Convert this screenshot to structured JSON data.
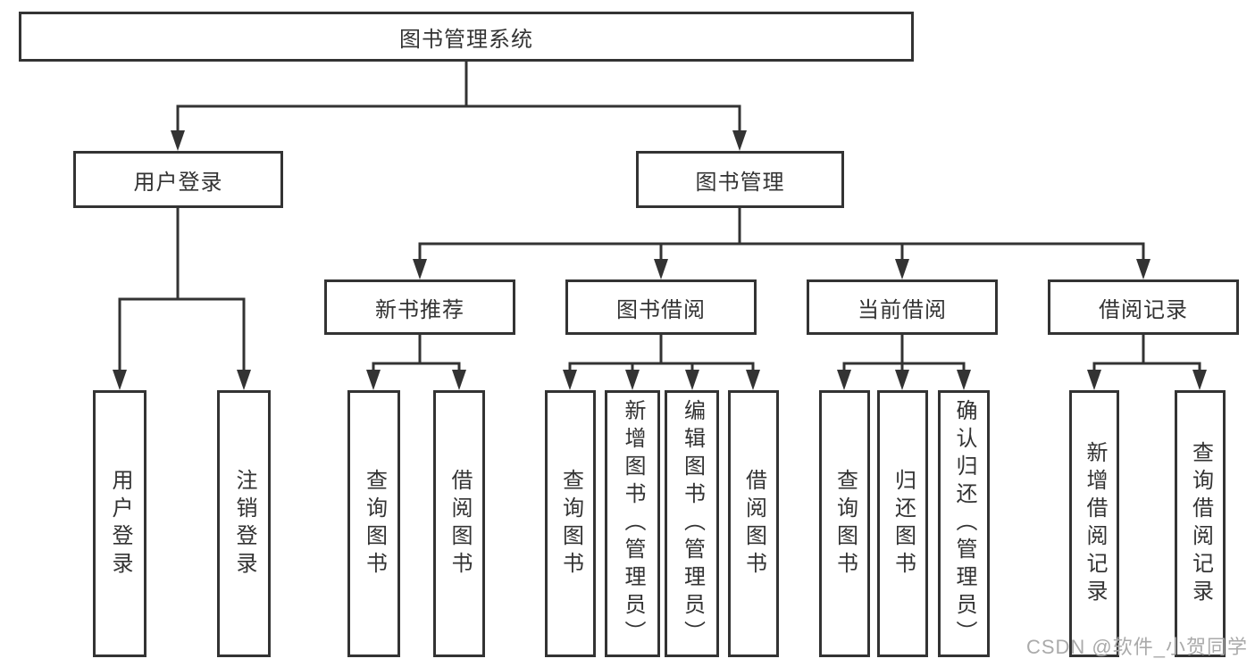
{
  "root": {
    "label": "图书管理系统"
  },
  "branches": [
    {
      "label": "用户登录",
      "leaves": [
        "用户登录",
        "注销登录"
      ]
    },
    {
      "label": "图书管理",
      "sections": [
        {
          "label": "新书推荐",
          "leaves": [
            "查询图书",
            "借阅图书"
          ]
        },
        {
          "label": "图书借阅",
          "leaves": [
            "查询图书",
            "新增图书（管理员）",
            "编辑图书（管理员）",
            "借阅图书"
          ]
        },
        {
          "label": "当前借阅",
          "leaves": [
            "查询图书",
            "归还图书",
            "确认归还（管理员）"
          ]
        },
        {
          "label": "借阅记录",
          "leaves": [
            "新增借阅记录",
            "查询借阅记录"
          ]
        }
      ]
    }
  ],
  "watermark": "CSDN @软件_小贺同学",
  "colors": {
    "line": "#333333",
    "text": "#333333",
    "background": "#ffffff",
    "watermark": "#aaaaaa"
  }
}
